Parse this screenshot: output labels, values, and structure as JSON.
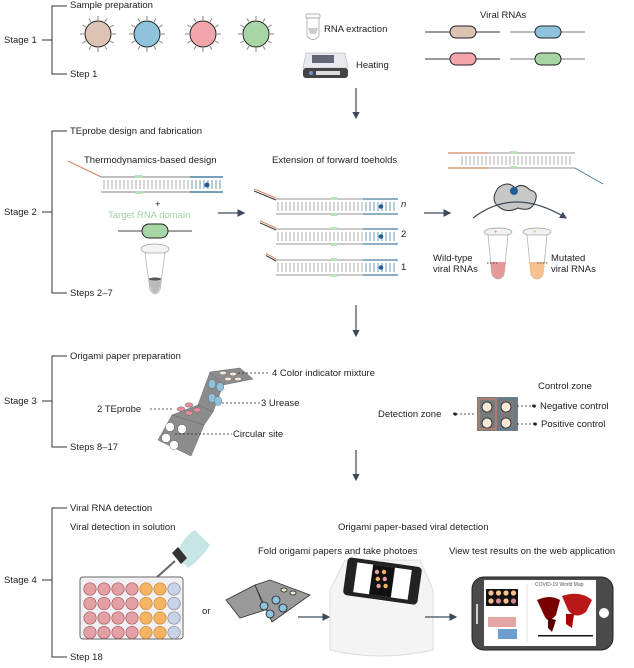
{
  "stages": [
    {
      "label": "Stage 1",
      "title": "Sample preparation",
      "steps": "Step 1"
    },
    {
      "label": "Stage 2",
      "title": "TEprobe design and fabrication",
      "steps": "Steps 2–7"
    },
    {
      "label": "Stage 3",
      "title": "Origami paper preparation",
      "steps": "Steps 8–17"
    },
    {
      "label": "Stage 4",
      "title": "Viral RNA detection",
      "steps": "Step 18"
    }
  ],
  "stage1": {
    "rna_extraction": "RNA extraction",
    "heating": "Heating",
    "viral_rnas": "Viral RNAs",
    "virus_colors": [
      "#dcc3b3",
      "#8fc3dd",
      "#f2a5aa",
      "#a8d5a4"
    ]
  },
  "stage2": {
    "thermo_design": "Thermodynamics-based design",
    "plus": "+",
    "target_rna": "Target RNA domain",
    "extension": "Extension of forward toeholds",
    "probe_labels": [
      "n",
      "2",
      "1"
    ],
    "wild_type": "Wild-type\nviral RNAs",
    "wild_type_line1": "Wild-type",
    "wild_type_line2": "viral RNAs",
    "mutated_line1": "Mutated",
    "mutated_line2": "viral RNAs"
  },
  "stage3": {
    "color_indicator": "4 Color indicator mixture",
    "urease": "3 Urease",
    "teprobe": "2 TEprobe",
    "circular_site": "Circular site",
    "control_zone": "Control zone",
    "detection_zone": "Detection zone",
    "negative_control": "Negative control",
    "positive_control": "Positive control"
  },
  "stage4": {
    "in_solution": "Viral detection in solution",
    "or": "or",
    "origami_based": "Origami paper-based viral detection",
    "fold_take": "Fold origami papers and take photoes",
    "view_results": "View test results on the web application",
    "map_title": "COVID-19 World Map"
  }
}
